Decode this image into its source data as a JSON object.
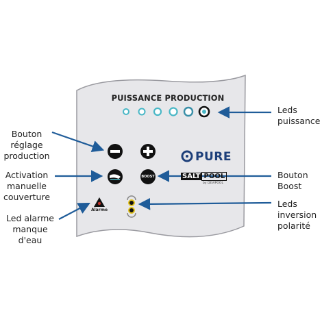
{
  "panel": {
    "title": "PUISSANCE PRODUCTION",
    "brand_pure": "PURE",
    "brand_salt": "SALT",
    "brand_pool": "POOL",
    "brand_by": "by DEVIPOOL",
    "boost_button_text": "BOOST",
    "alarm_text": "Alarme",
    "power_leds_count": 6
  },
  "callouts": {
    "leds_puissance": [
      "Leds",
      "puissance"
    ],
    "bouton_reglage": [
      "Bouton",
      "réglage",
      "production"
    ],
    "activation_couverture": [
      "Activation",
      "manuelle",
      "couverture"
    ],
    "bouton_boost": [
      "Bouton",
      "Boost"
    ],
    "led_alarme": [
      "Led alarme",
      "manque",
      "d'eau"
    ],
    "leds_inversion": [
      "Leds",
      "inversion",
      "polarité"
    ]
  },
  "colors": {
    "arrow": "#1f5c99",
    "panel_fill": "#e7e7ea",
    "panel_stroke": "#9a9aa0",
    "led_ring": "#49b7c6",
    "button": "#111111",
    "pure_blue": "#1d3f7a",
    "alarm_red": "#c0322a",
    "polarity_yellow": "#e3c31d"
  }
}
